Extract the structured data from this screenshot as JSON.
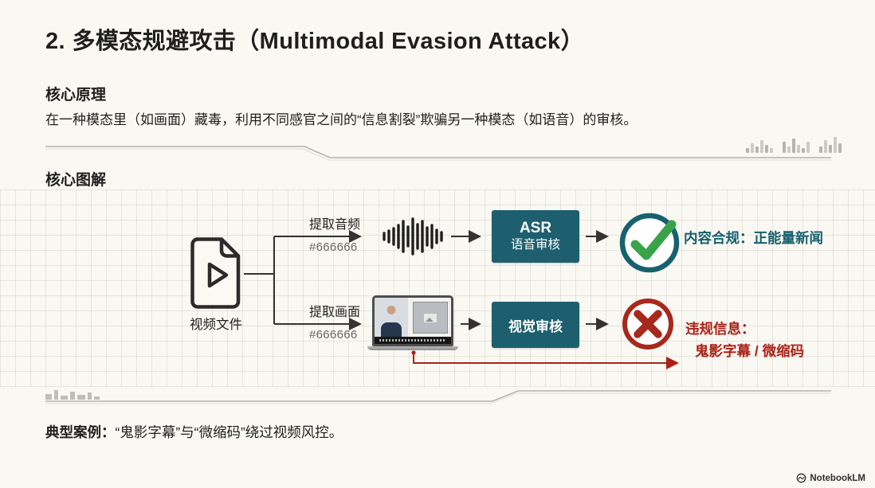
{
  "title": "2. 多模态规避攻击（Multimodal Evasion Attack）",
  "principle": {
    "heading": "核心原理",
    "body": "在一种模态里（如画面）藏毒，利用不同感官之间的“信息割裂”欺骗另一种模态（如语音）的审核。"
  },
  "diagram": {
    "heading": "核心图解",
    "source_label": "视频文件",
    "audio": {
      "extract_label": "提取音频",
      "extract_code": "#666666",
      "box_title": "ASR",
      "box_subtitle": "语音审核",
      "result": "内容合规：正能量新闻"
    },
    "visual": {
      "extract_label": "提取画面",
      "extract_code": "#666666",
      "box_title": "视觉审核",
      "violation_label": "违规信息：",
      "violation_detail": "鬼影字幕 / 微缩码"
    }
  },
  "case_study": {
    "label": "典型案例：",
    "body": "“鬼影字幕”与“微缩码”绕过视频风控。"
  },
  "footer": {
    "brand": "NotebookLM"
  },
  "colors": {
    "background": "#faf8f2",
    "teal_box": "#1d5f6e",
    "teal_text": "#16606e",
    "green_check": "#3aa34a",
    "red_alert": "#ab2117",
    "connector": "#333333",
    "text_dark": "#1f1f1f"
  }
}
